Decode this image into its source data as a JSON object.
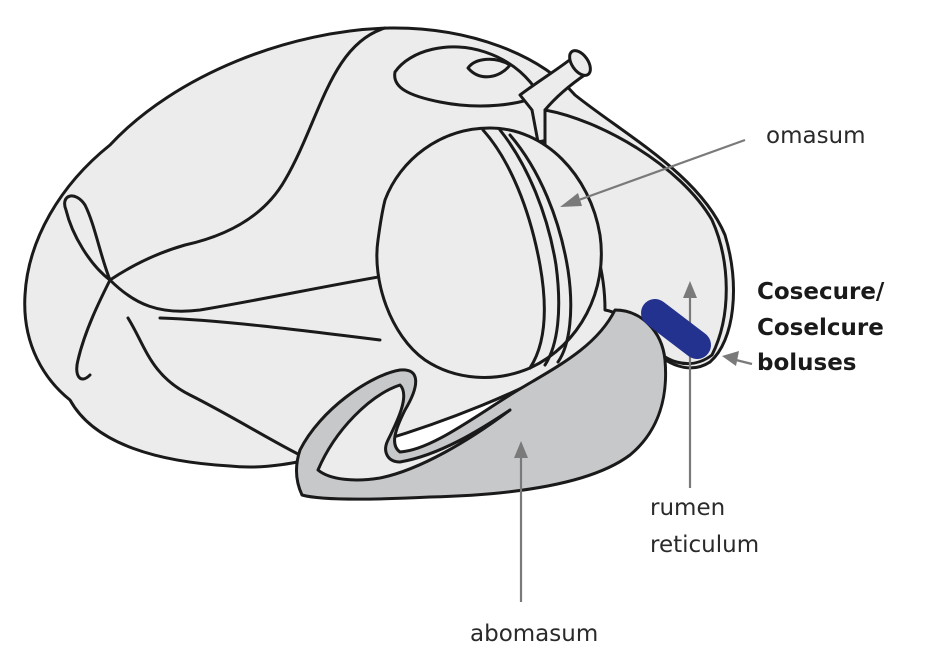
{
  "labels": {
    "omasum": "omasum",
    "bolus_line1": "Cosecure/",
    "bolus_line2": "Coselcure",
    "bolus_line3": "boluses",
    "rumen": "rumen",
    "reticulum": "reticulum",
    "abomasum": "abomasum"
  },
  "colors": {
    "organ_fill": "#ececec",
    "abomasum_fill": "#c7c8ca",
    "outline": "#1a1a1a",
    "bolus": "#23318f",
    "leader_line": "#7a7a7a"
  }
}
